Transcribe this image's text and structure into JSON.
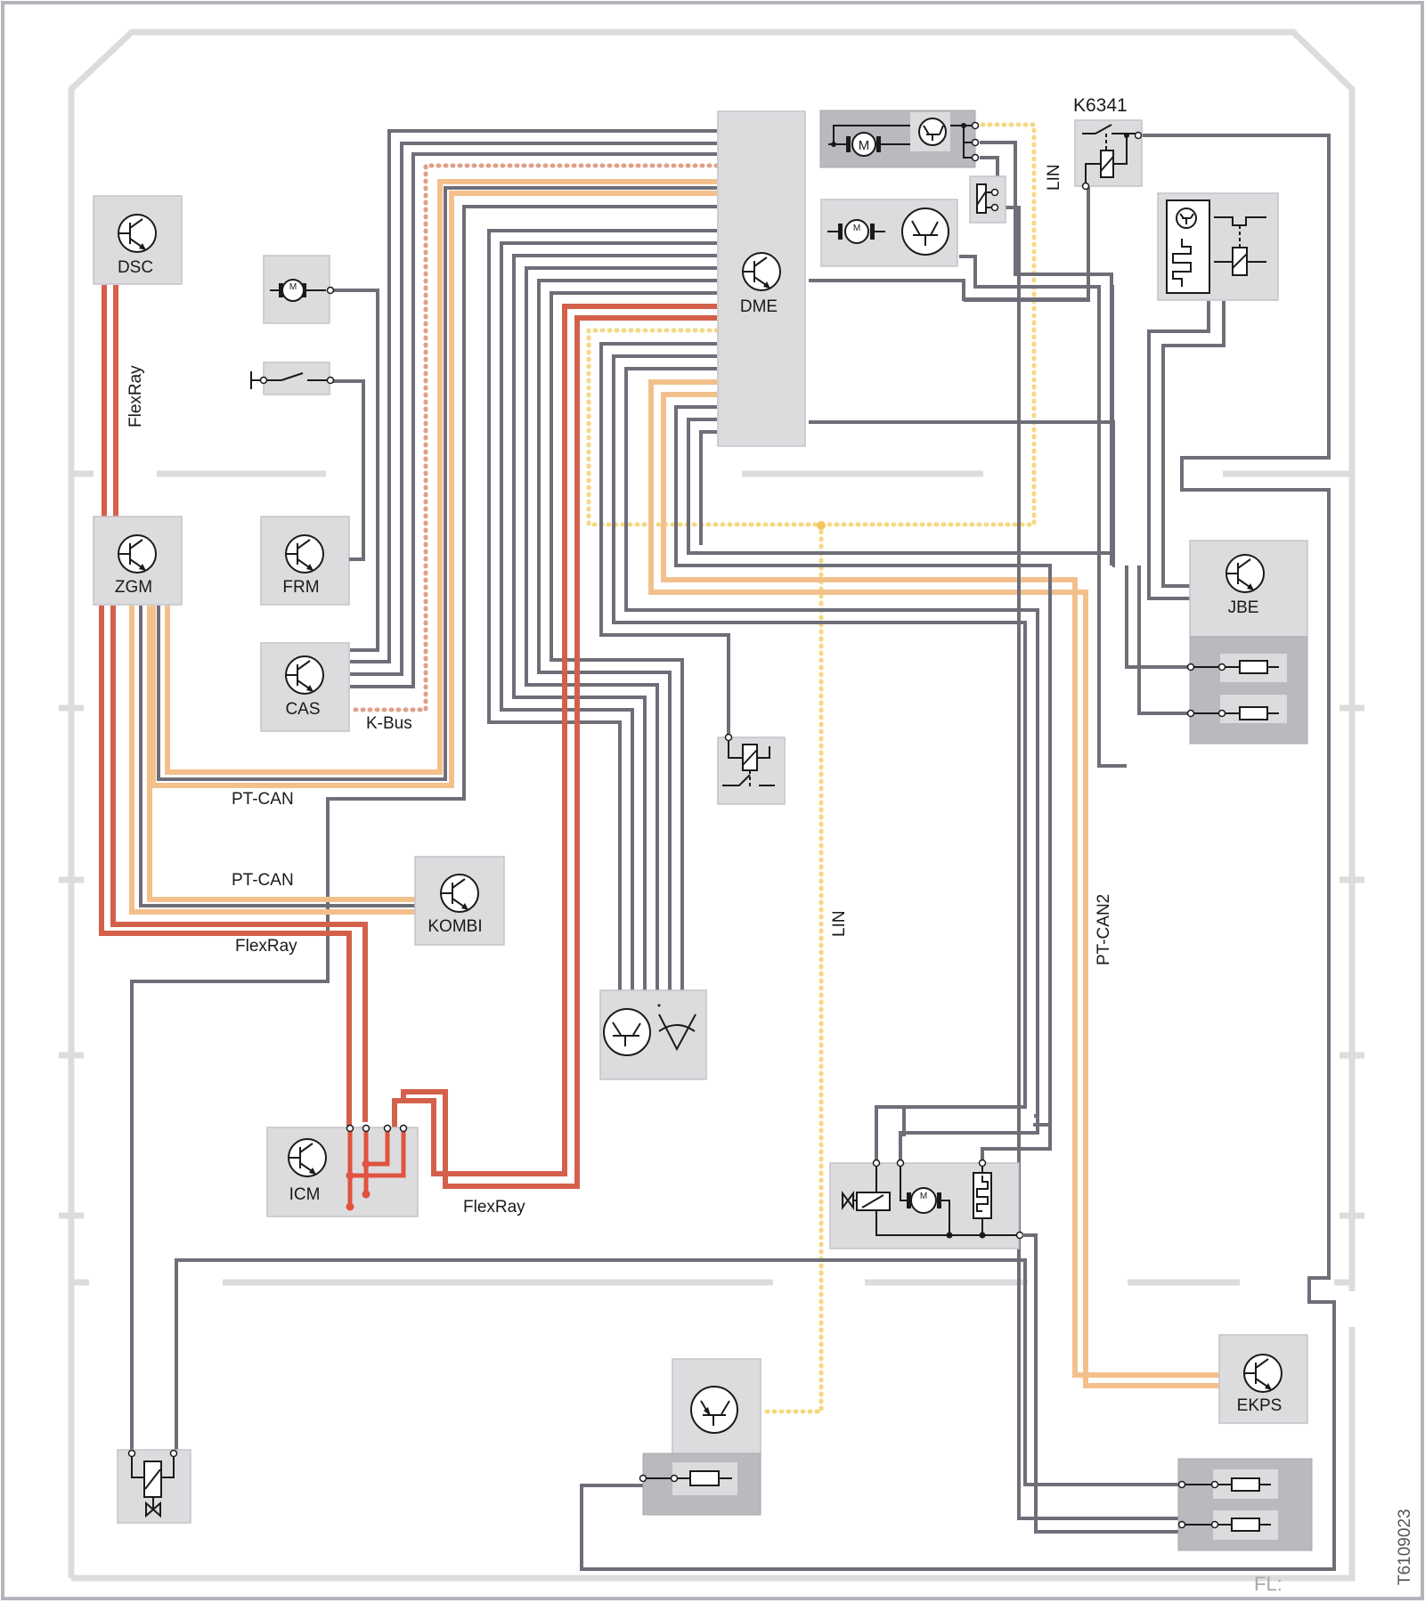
{
  "title": "System wiring overview",
  "figure_id": "T6109023",
  "corner_label": "FL:",
  "modules": {
    "dsc": "DSC",
    "zgm": "ZGM",
    "frm": "FRM",
    "cas": "CAS",
    "dme": "DME",
    "kombi": "KOMBI",
    "icm": "ICM",
    "jbe": "JBE",
    "ekps": "EKPS",
    "relay": "K6341"
  },
  "bus_labels": {
    "flexray_vertical": "FlexRay",
    "kbus": "K-Bus",
    "ptcan_upper": "PT-CAN",
    "ptcan_lower": "PT-CAN",
    "flexray_zgm": "FlexRay",
    "flexray_icm": "FlexRay",
    "lin_top": "LIN",
    "lin_center": "LIN",
    "ptcan2": "PT-CAN2"
  },
  "legend_colors": {
    "wire": "#6e6e78",
    "pt_can": "#f3c08c",
    "flexray": "#d4604a",
    "lin": "#f4d982",
    "k_bus": "#e0a08a",
    "component_box": "#dcdcdf",
    "fuse_box": "#b9b9be"
  },
  "symbols": {
    "motor": "M"
  }
}
